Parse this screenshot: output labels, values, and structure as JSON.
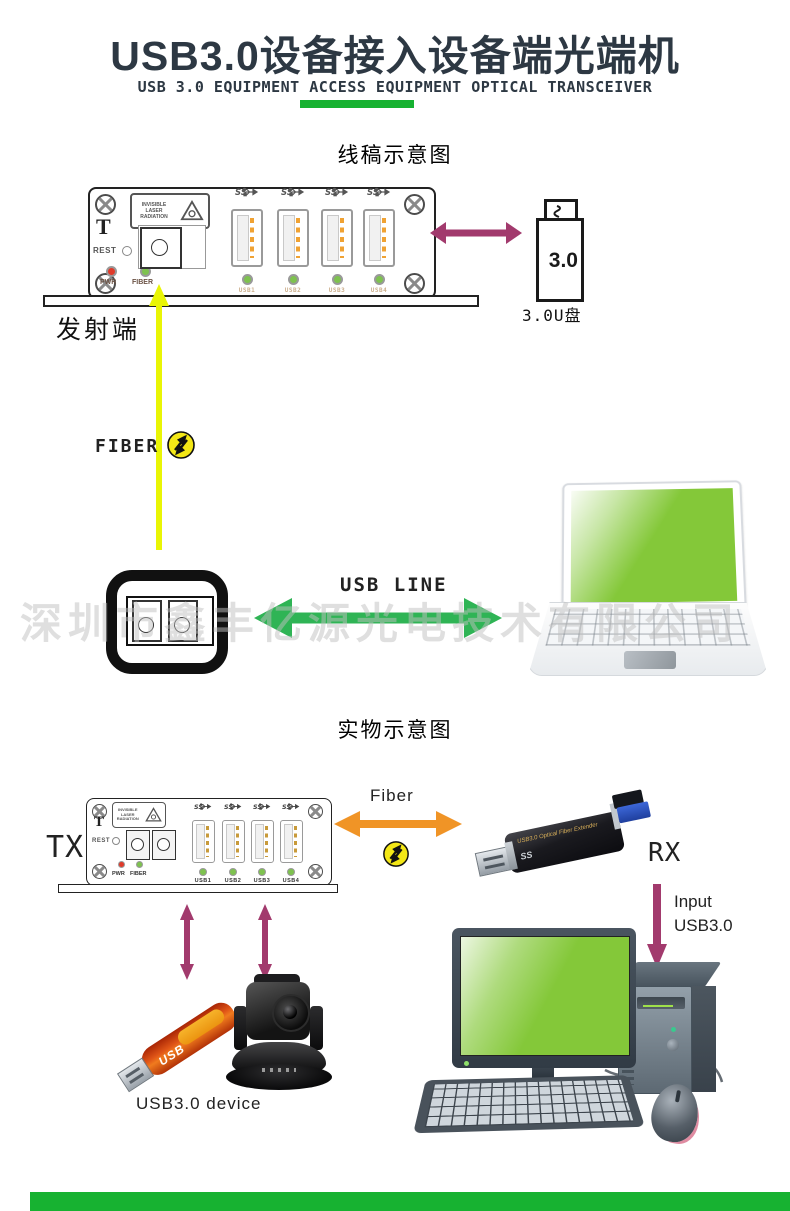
{
  "colors": {
    "accent_green": "#17b231",
    "arrow_green": "#2fb455",
    "arrow_purple": "#a23a6d",
    "arrow_orange": "#f09426",
    "fiber_yellow": "#e9f505",
    "title_color": "#2d3843"
  },
  "header": {
    "title": "USB3.0设备接入设备端光端机",
    "subtitle": "USB 3.0 EQUIPMENT ACCESS EQUIPMENT OPTICAL TRANSCEIVER"
  },
  "watermark": "深圳市鑫丰亿源光电技术有限公司",
  "line_section": {
    "heading": "线稿示意图",
    "transmitter_label": "发射端",
    "fiber_label": "FIBER",
    "usb_line_label": "USB LINE",
    "usb_drive": {
      "marking": "3.0",
      "label": "3.0U盘"
    },
    "panel": {
      "t_mark": "T",
      "reset_label": "REST",
      "pwr_label": "PWR",
      "fiber_led_label": "FIBER",
      "laser_warning": "INVISIBLE LASER RADIATION",
      "ports": [
        "USB1",
        "USB2",
        "USB3",
        "USB4"
      ]
    }
  },
  "physical_section": {
    "heading": "实物示意图",
    "tx_label": "TX",
    "rx_label": "RX",
    "fiber_label": "Fiber",
    "input_line1": "Input",
    "input_line2": "USB3.0",
    "device_label": "USB3.0 device",
    "rx_marking_line1": "USB3.0 Optical Fiber Extender",
    "rx_marking_line2": "SS",
    "panel": {
      "t_mark": "T",
      "reset_label": "REST",
      "pwr_label": "PWR",
      "fiber_led_label": "FIBER",
      "laser_warning": "INVISIBLE LASER RADIATION",
      "ports": [
        "USB1",
        "USB2",
        "USB3",
        "USB4"
      ]
    }
  }
}
